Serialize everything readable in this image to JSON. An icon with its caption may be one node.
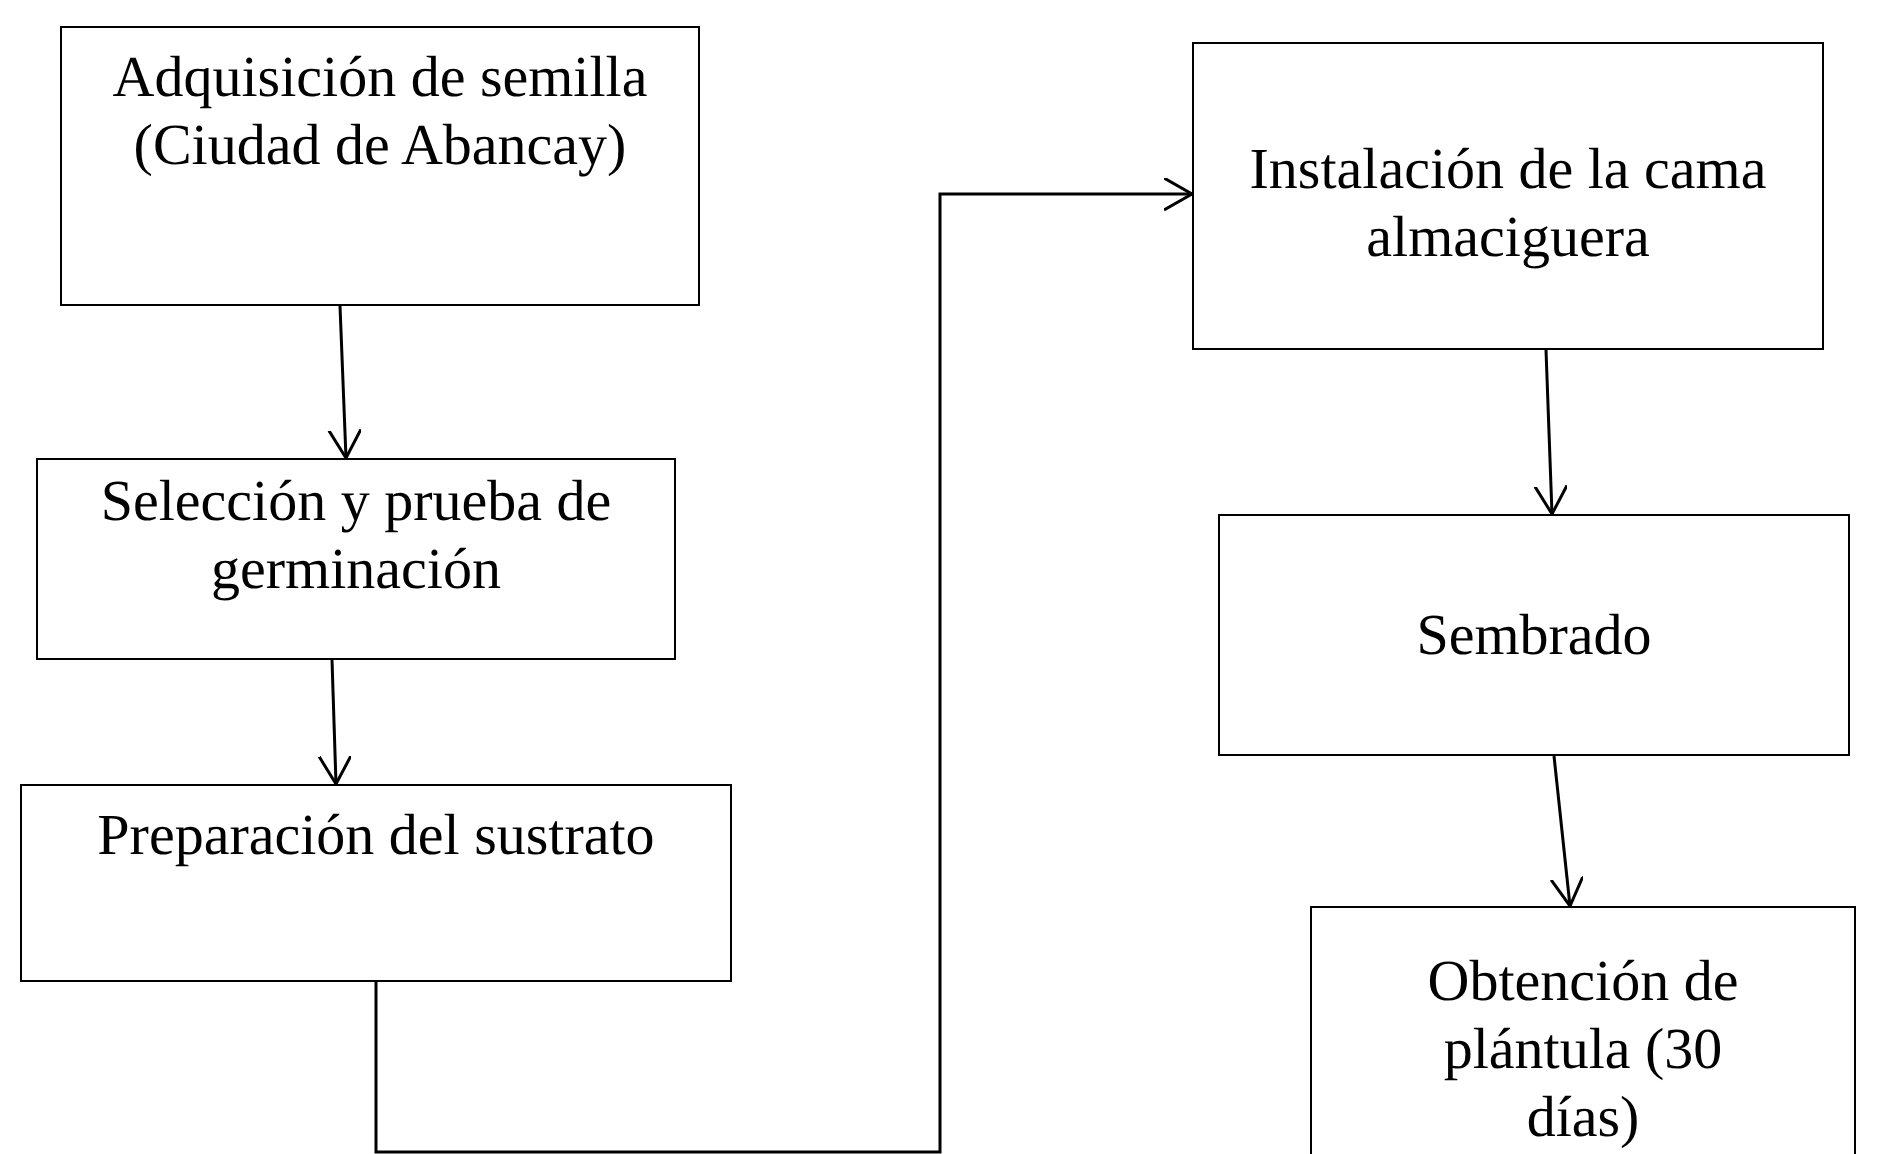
{
  "diagram": {
    "nodes": [
      {
        "text": [
          "Adquisición de semilla (Ciudad de Abancay)"
        ]
      },
      {
        "text": [
          "Selección y prueba de germinación"
        ]
      },
      {
        "text": [
          "Preparación del sustrato"
        ]
      },
      {
        "text": [
          "Instalación de la cama almaciguera"
        ]
      },
      {
        "text": [
          "Sembrado"
        ]
      },
      {
        "text": [
          "Obtención de plántula (30 días)"
        ]
      }
    ],
    "edges": [
      {
        "from": 0,
        "to": 1,
        "arrow": "to"
      },
      {
        "from": 1,
        "to": 2,
        "arrow": "to"
      },
      {
        "from": 2,
        "to": 3,
        "arrow": "to"
      },
      {
        "from": 3,
        "to": 4,
        "arrow": "to"
      },
      {
        "from": 4,
        "to": 5,
        "arrow": "to"
      }
    ]
  }
}
